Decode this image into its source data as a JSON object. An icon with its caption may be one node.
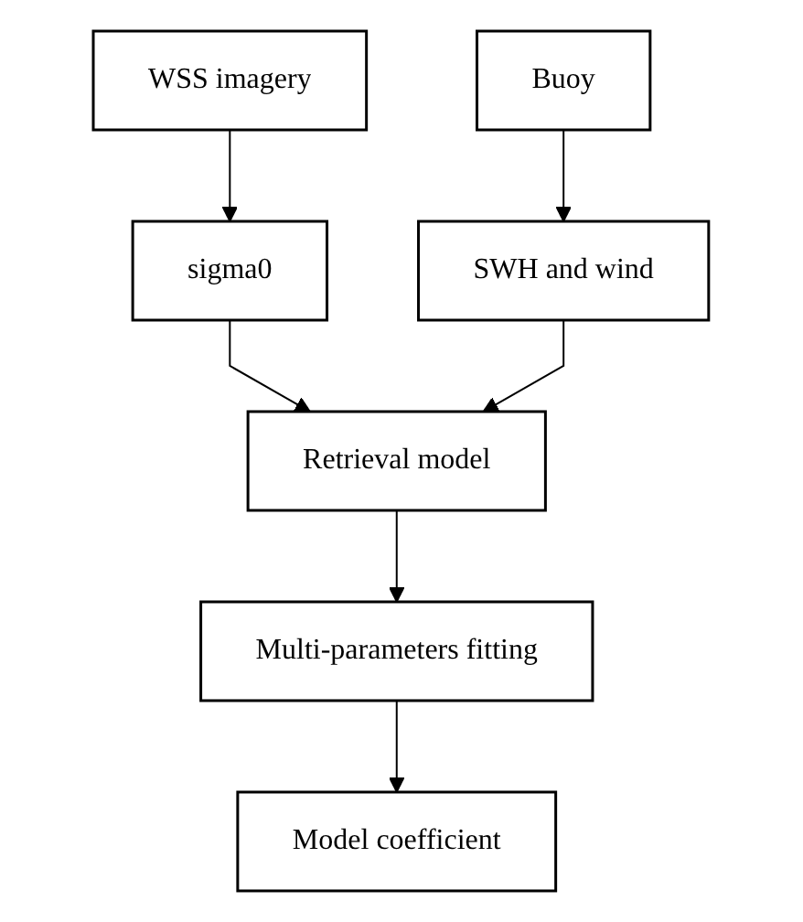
{
  "diagram": {
    "nodes": [
      {
        "text": [
          "WSS imagery"
        ]
      },
      {
        "text": [
          "Buoy"
        ]
      },
      {
        "text": [
          "sigma0"
        ]
      },
      {
        "text": [
          "SWH and wind"
        ]
      },
      {
        "text": [
          "Retrieval model"
        ]
      },
      {
        "text": [
          "Multi-parameters fitting"
        ]
      },
      {
        "text": [
          "Model coefficient"
        ]
      }
    ],
    "edges": [
      {
        "from": 0,
        "to": 2,
        "arrow": "to"
      },
      {
        "from": 1,
        "to": 3,
        "arrow": "to"
      },
      {
        "from": 2,
        "to": 4,
        "arrow": "to"
      },
      {
        "from": 3,
        "to": 4,
        "arrow": "to"
      },
      {
        "from": 4,
        "to": 5,
        "arrow": "to"
      },
      {
        "from": 5,
        "to": 6,
        "arrow": "to"
      }
    ]
  }
}
